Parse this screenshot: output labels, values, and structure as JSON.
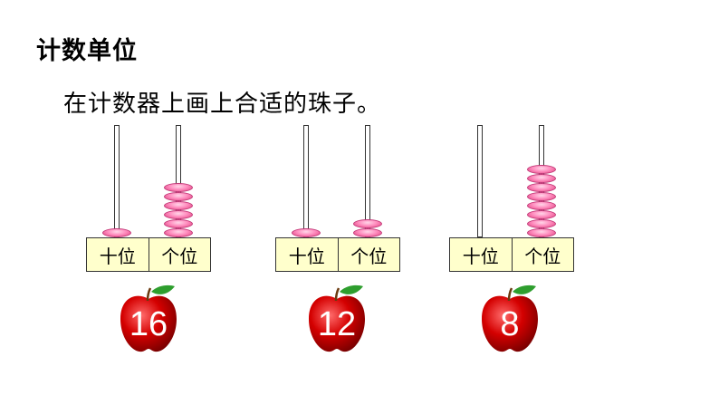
{
  "title": "计数单位",
  "instruction": "在计数器上画上合适的珠子。",
  "abaci": [
    {
      "tens_label": "十位",
      "ones_label": "个位",
      "tens_beads": 1,
      "ones_beads": 6,
      "number": "16"
    },
    {
      "tens_label": "十位",
      "ones_label": "个位",
      "tens_beads": 1,
      "ones_beads": 2,
      "number": "12"
    },
    {
      "tens_label": "十位",
      "ones_label": "个位",
      "tens_beads": 0,
      "ones_beads": 8,
      "number": "8"
    }
  ],
  "colors": {
    "bead": "#ff8fc0",
    "label_bg": "#ffffcc",
    "apple": "#cc0000",
    "leaf": "#2e9e2e"
  }
}
